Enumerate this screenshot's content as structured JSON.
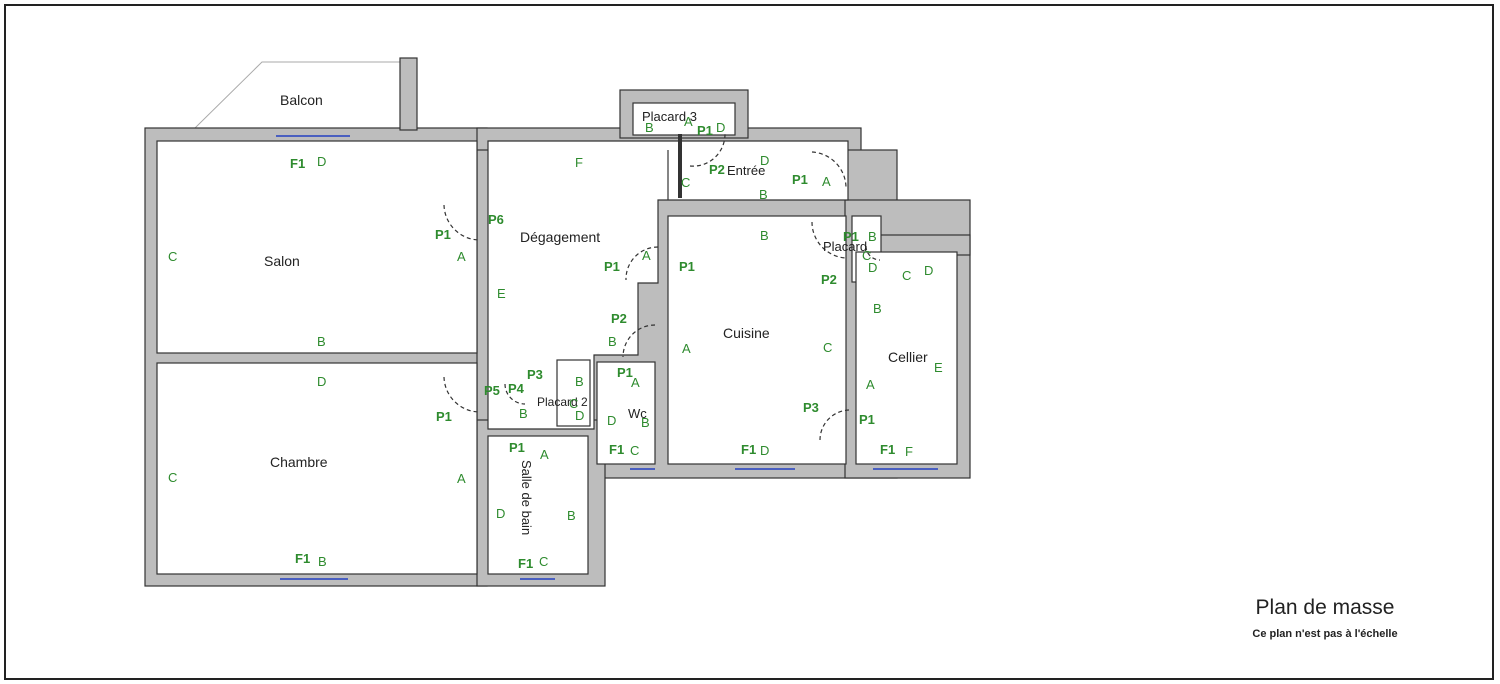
{
  "plan": {
    "title": "Plan de masse",
    "subtitle": "Ce plan n'est pas à l'échelle"
  },
  "rooms": {
    "balcon": "Balcon",
    "salon": "Salon",
    "chambre": "Chambre",
    "degagement": "Dégagement",
    "entree": "Entrée",
    "placard3": "Placard 3",
    "placard": "Placard",
    "placard2": "Placard 2",
    "cuisine": "Cuisine",
    "cellier": "Cellier",
    "wc": "Wc",
    "salle_de_bain": "Salle de bain"
  },
  "labels": {
    "f1": "F1",
    "p1": "P1",
    "p2": "P2",
    "p3": "P3",
    "p4": "P4",
    "p5": "P5",
    "p6": "P6",
    "a": "A",
    "b": "B",
    "c": "C",
    "d": "D",
    "e": "E",
    "f": "F"
  },
  "colors": {
    "wall": "#bdbdbd",
    "label": "#2e8b2e",
    "window": "#4a5fc0"
  }
}
